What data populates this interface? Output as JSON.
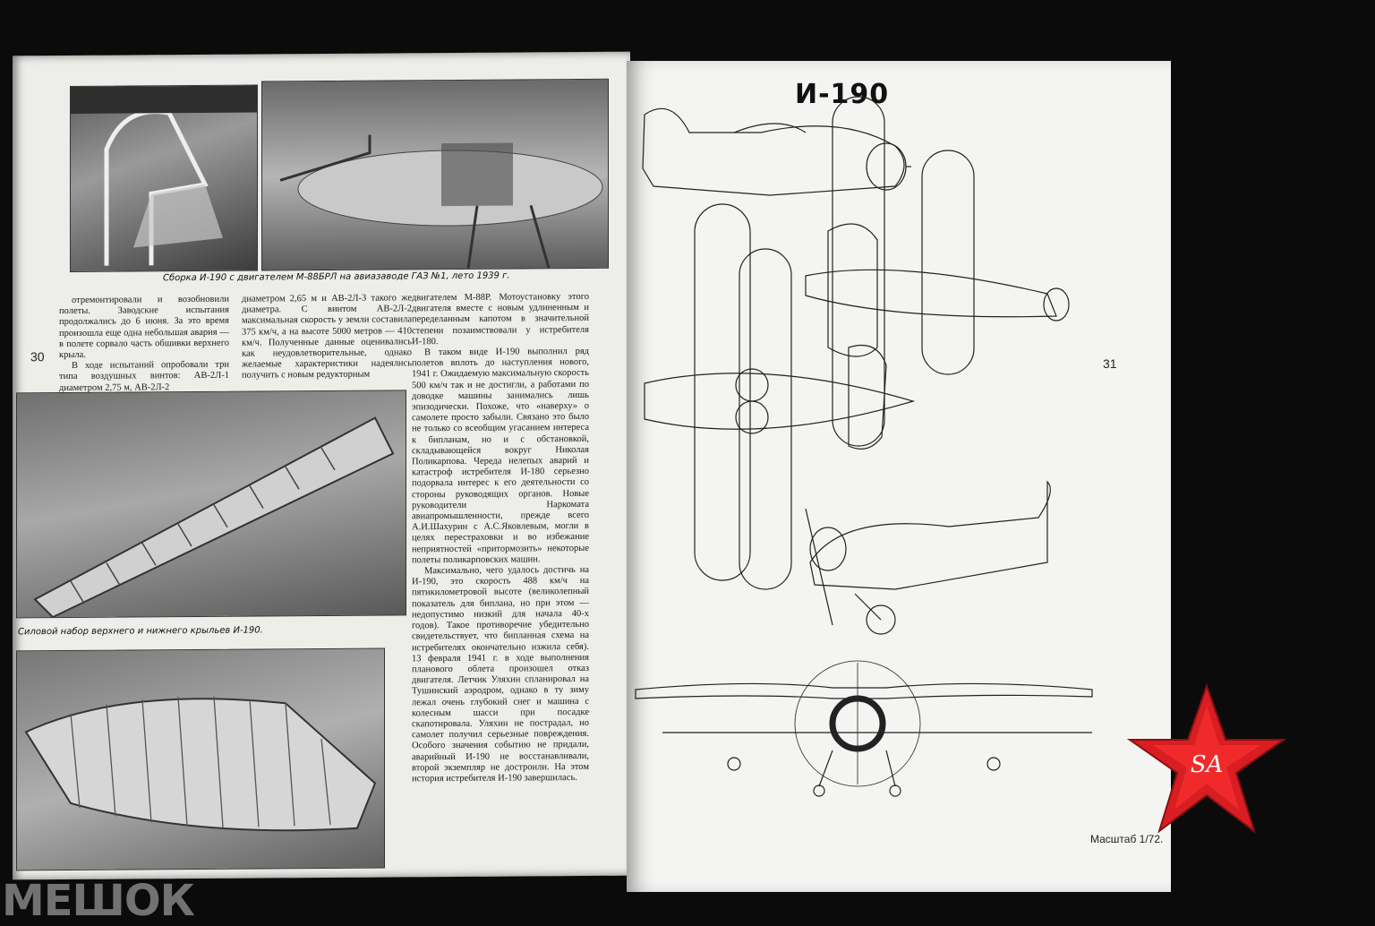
{
  "left_page": {
    "page_number": "30",
    "caption_top": "Сборка И-190 с двигателем М-88БРЛ на авиазаводе ГАЗ №1, лето 1939 г.",
    "caption_wing": "Силовой набор верхнего и нижнего крыльев И-190.",
    "column1": [
      "отремонтировали и возобновили полеты. Заводские испытания продолжались до 6 июня. За это время произошла еще одна небольшая авария — в полете сорвало часть обшивки верхнего крыла.",
      "В ходе испытаний опробовали три типа воздушных винтов: АВ-2Л-1 диаметром 2,75 м, АВ-2Л-2"
    ],
    "column2": [
      "диаметром 2,65 м и АВ-2Л-3 такого же диаметра. С винтом АВ-2Л-2 максимальная скорость у земли составила 375 км/ч, а на высоте 5000 метров — 410 км/ч. Полученные данные оценивались как неудовлетворительные, однако желаемые характеристики надеялись получить с новым редукторным"
    ],
    "column3": [
      "двигателем М-88Р. Мотоустановку этого двигателя вместе с новым удлиненным и переделанным капотом в значительной степени позаимствовали у истребителя И-180.",
      "В таком виде И-190 выполнил ряд полетов вплоть до наступления нового, 1941 г. Ожидаемую максимальную скорость 500 км/ч так и не достигли, а работами по доводке машины занимались лишь эпизодически. Похоже, что «наверху» о самолете просто забыли. Связано это было не только со всеобщим угасанием интереса к бипланам, но и с обстановкой, складывающейся вокруг Николая Поликарпова. Череда нелепых аварий и катастроф истребителя И-180 серьезно подорвала интерес к его деятельности со стороны руководящих органов. Новые руководители Наркомата авиапромышленности, прежде всего А.И.Шахурин с А.С.Яковлевым, могли в целях перестраховки и во избежание неприятностей «притормозить» некоторые полеты поликарповских машин.",
      "Максимально, чего удалось достичь на И-190, это скорость 488 км/ч на пятикилометровой высоте (великолепный показатель для биплана, но при этом — недопустимо низкий для начала 40-х годов). Такое противоречие убедительно свидетельствует, что бипланная схема на истребителях окончательно изжила себя). 13 февраля 1941 г. в ходе выполнения планового облета произошел отказ двигателя. Летчик Уляхин спланировал на Тушинский аэродром, однако в ту зиму лежал очень глубокий снег и машина с колесным шасси при посадке скапотировала. Уляхин не пострадал, но самолет получил серьезные повреждения. Особого значения событию не придали, аварийный И-190 не восстанавливали, второй экземпляр не достроили. На этом история истребителя И-190 завершилась."
    ]
  },
  "right_page": {
    "title": "И-190",
    "page_number": "31",
    "scale": "Масштаб 1/72."
  },
  "watermark": "МЕШОК",
  "logo_text": "SA",
  "colors": {
    "star_red": "#d81e22",
    "star_inner": "#f02a2a",
    "background": "#0b0b0b"
  }
}
